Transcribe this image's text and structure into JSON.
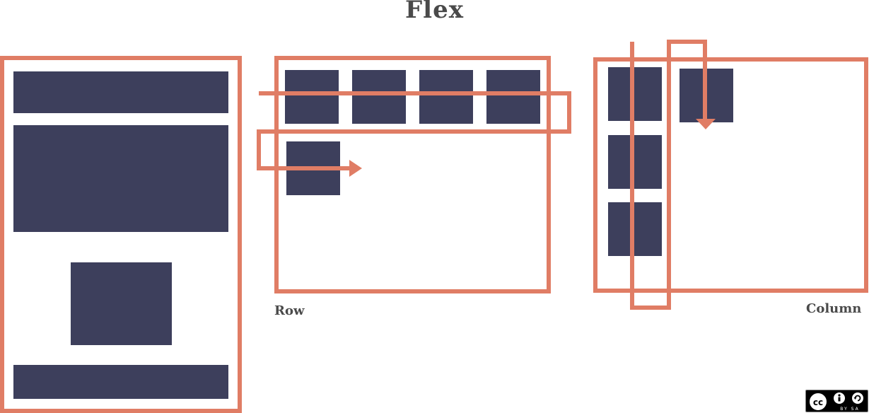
{
  "title": "Flex",
  "captions": {
    "row": "Row",
    "column": "Column"
  },
  "license": {
    "icon": "cc-by-sa-icon",
    "label": "BY  SA"
  },
  "colors": {
    "stroke": "#e07d65",
    "fill": "#3d3f5c",
    "text": "#4a4a4a"
  }
}
